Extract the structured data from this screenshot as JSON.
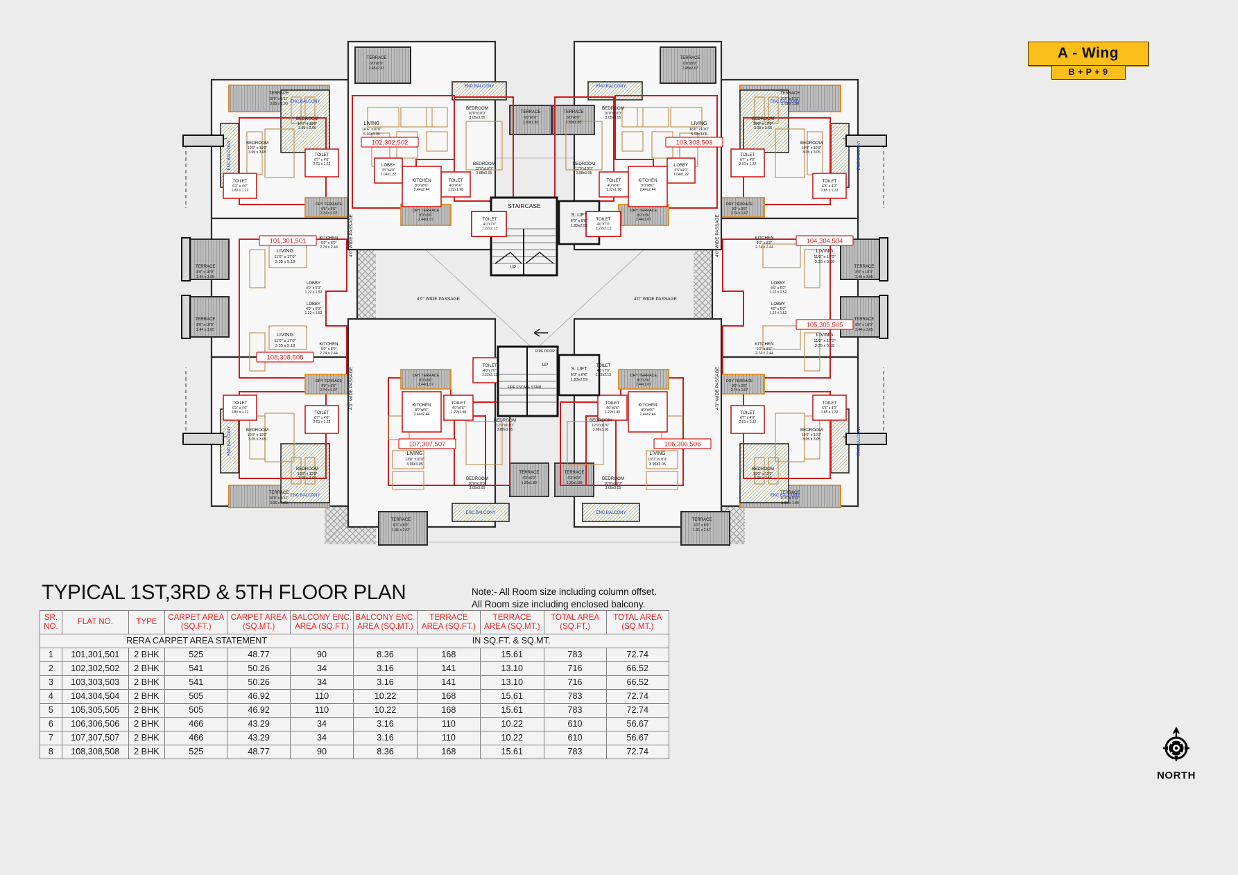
{
  "wing": {
    "name": "A - Wing",
    "floors": "B + P + 9"
  },
  "compass": {
    "short_label": "N",
    "label": "NORTH"
  },
  "title": "TYPICAL 1ST,3RD & 5TH FLOOR PLAN",
  "note": {
    "line1": "Note:- All Room size including column offset.",
    "line2": "All Room size including enclosed balcony."
  },
  "table": {
    "caption_left": "RERA CARPET AREA  STATEMENT",
    "caption_right": "IN SQ.FT. & SQ.MT.",
    "headers": [
      "SR. NO.",
      "FLAT NO.",
      "TYPE",
      "CARPET AREA (SQ.FT.)",
      "CARPET AREA (SQ.MT.)",
      "BALCONY ENC. AREA (SQ.FT.)",
      "BALCONY ENC. AREA (SQ.MT.)",
      "TERRACE AREA (SQ.FT.)",
      "TERRACE AREA (SQ.MT.)",
      "TOTAL AREA (SQ.FT.)",
      "TOTAL AREA (SQ.MT.)"
    ],
    "headers_split": [
      {
        "l1": "SR.",
        "l2": "NO."
      },
      {
        "l1": "FLAT NO.",
        "l2": ""
      },
      {
        "l1": "TYPE",
        "l2": ""
      },
      {
        "l1": "CARPET AREA",
        "l2": "(SQ.FT.)"
      },
      {
        "l1": "CARPET AREA",
        "l2": "(SQ.MT.)"
      },
      {
        "l1": "BALCONY ENC.",
        "l2": "AREA (SQ.FT.)"
      },
      {
        "l1": "BALCONY ENC.",
        "l2": "AREA (SQ.MT.)"
      },
      {
        "l1": "TERRACE",
        "l2": "AREA (SQ.FT.)"
      },
      {
        "l1": "TERRACE",
        "l2": "AREA (SQ.MT.)"
      },
      {
        "l1": "TOTAL AREA",
        "l2": "(SQ.FT.)"
      },
      {
        "l1": "TOTAL AREA",
        "l2": "(SQ.MT.)"
      }
    ],
    "rows": [
      {
        "sr": "1",
        "flat": "101,301,501",
        "type": "2  BHK",
        "carpet_sqft": "525",
        "carpet_sqmt": "48.77",
        "balcony_sqft": "90",
        "balcony_sqmt": "8.36",
        "terrace_sqft": "168",
        "terrace_sqmt": "15.61",
        "total_sqft": "783",
        "total_sqmt": "72.74"
      },
      {
        "sr": "2",
        "flat": "102,302,502",
        "type": "2  BHK",
        "carpet_sqft": "541",
        "carpet_sqmt": "50.26",
        "balcony_sqft": "34",
        "balcony_sqmt": "3.16",
        "terrace_sqft": "141",
        "terrace_sqmt": "13.10",
        "total_sqft": "716",
        "total_sqmt": "66.52"
      },
      {
        "sr": "3",
        "flat": "103,303,503",
        "type": "2  BHK",
        "carpet_sqft": "541",
        "carpet_sqmt": "50.26",
        "balcony_sqft": "34",
        "balcony_sqmt": "3.16",
        "terrace_sqft": "141",
        "terrace_sqmt": "13.10",
        "total_sqft": "716",
        "total_sqmt": "66.52"
      },
      {
        "sr": "4",
        "flat": "104,304,504",
        "type": "2  BHK",
        "carpet_sqft": "505",
        "carpet_sqmt": "46.92",
        "balcony_sqft": "110",
        "balcony_sqmt": "10.22",
        "terrace_sqft": "168",
        "terrace_sqmt": "15.61",
        "total_sqft": "783",
        "total_sqmt": "72.74"
      },
      {
        "sr": "5",
        "flat": "105,305,505",
        "type": "2  BHK",
        "carpet_sqft": "505",
        "carpet_sqmt": "46.92",
        "balcony_sqft": "110",
        "balcony_sqmt": "10.22",
        "terrace_sqft": "168",
        "terrace_sqmt": "15.61",
        "total_sqft": "783",
        "total_sqmt": "72.74"
      },
      {
        "sr": "6",
        "flat": "106,306,506",
        "type": "2  BHK",
        "carpet_sqft": "466",
        "carpet_sqmt": "43.29",
        "balcony_sqft": "34",
        "balcony_sqmt": "3.16",
        "terrace_sqft": "110",
        "terrace_sqmt": "10.22",
        "total_sqft": "610",
        "total_sqmt": "56.67"
      },
      {
        "sr": "7",
        "flat": "107,307,507",
        "type": "2  BHK",
        "carpet_sqft": "466",
        "carpet_sqmt": "43.29",
        "balcony_sqft": "34",
        "balcony_sqmt": "3.16",
        "terrace_sqft": "110",
        "terrace_sqmt": "10.22",
        "total_sqft": "610",
        "total_sqmt": "56.67"
      },
      {
        "sr": "8",
        "flat": "108,308,508",
        "type": "2  BHK",
        "carpet_sqft": "525",
        "carpet_sqmt": "48.77",
        "balcony_sqft": "90",
        "balcony_sqmt": "8.36",
        "terrace_sqft": "168",
        "terrace_sqmt": "15.61",
        "total_sqft": "783",
        "total_sqmt": "72.74"
      }
    ]
  },
  "colors": {
    "wing_badge": "#fbbe1a",
    "header_text_red": "#ff2020",
    "flat_label_red": "#e01b1b",
    "unit_outline_red": "#d11a1a",
    "balcony_blue": "#1a3fd0",
    "terrace_orange": "#e08a20",
    "background": "#ececec"
  },
  "plan": {
    "core": {
      "staircase_label": "STAIRCASE",
      "lift_label": "S. LIFT",
      "lift_dim_ft": "6'0\" x 8'6\"",
      "lift_dim_m": "1.83x2.59",
      "up_label": "UP",
      "fire_door_label": "FIRE DOOR",
      "fire_escape_label": "FIRE ESCAPE STAIR",
      "passage_label": "4'0\" WIDE PASSAGE"
    },
    "flat_tags": [
      "101,301,501",
      "102,302,502",
      "103,303,503",
      "104,304,504",
      "105,305,505",
      "106,306,506",
      "107,307,507",
      "108,308,508"
    ],
    "room_labels": {
      "living": "LIVING",
      "bedroom": "BEDROOM",
      "kitchen": "KITCHEN",
      "toilet": "TOILET",
      "lobby": "LOBBY",
      "terrace": "TERRACE",
      "dry_terrace": "DRY TERRACE",
      "enc_balcony": "ENC.BALCONY"
    },
    "room_dims": {
      "living_a_ft": "11'0\" x 17'0\"",
      "living_a_m": "3.35 x 5.18",
      "living_b_ft": "16'6\" x10'0\"",
      "living_b_m": "5.03x3.05",
      "living_c_ft": "13'0\" x10'0\"",
      "living_c_m": "3.96x3.05",
      "bedroom_a_ft": "10'0\" x 10'0\"",
      "bedroom_a_m": "3.05 x 3.05",
      "bedroom_b_ft": "12'9\"x10'0\"",
      "bedroom_b_m": "3.88x3.05",
      "bedroom_c_ft": "10'0\" x 12'0\"",
      "bedroom_c_m": "3.05 x 3.66",
      "bedroom_d_ft": "10'0\"x10'0\"",
      "bedroom_d_m": "3.05x3.05",
      "kitchen_a_ft": "9'0\" x 8'0\"",
      "kitchen_a_m": "2.74 x 2.44",
      "kitchen_b_ft": "8'0\"x8'0\"",
      "kitchen_b_m": "2.44x2.44",
      "toilet_a_ft": "6'7\" x 4'0\"",
      "toilet_a_m": "2.01 x 1.22",
      "toilet_b_ft": "4'0\"x6'6\"",
      "toilet_b_m": "1.22x1.98",
      "toilet_c_ft": "4'0\"x7'0\"",
      "toilet_c_m": "1.22x2.13",
      "toilet_d_ft": "6'3\" x 4'0\"",
      "toilet_d_m": "1.85 x 1.22",
      "toilet_e_ft": "6'3\" x 8'0\"",
      "toilet_e_m": "1.91 x 2.67",
      "lobby_a_ft": "4'0\" x 5'0\"",
      "lobby_a_m": "1.22 x 1.52",
      "lobby_b_ft": "3'5\"x4'0\"",
      "lobby_b_m": "1.04x1.22",
      "terrace_a_ft": "10'0\" x 5'11\"",
      "terrace_a_m": "3.05 x 1.80",
      "terrace_b_ft": "8'0\" x 10'0\"",
      "terrace_b_m": "2.44 x 3.05",
      "terrace_c_ft": "6'0\"x8'9\"",
      "terrace_c_m": "2.45x2.67",
      "terrace_d_ft": "6'0\"x6'0\"",
      "terrace_d_m": "1.80x1.80",
      "terrace_e_ft": "4'3\"x6'0\"",
      "terrace_e_m": "1.30x1.80",
      "dry_terrace_ft": "9'0\" x 3'6\"",
      "dry_terrace_m": "2.74 x 1.07",
      "dry_terrace_b_ft": "8'0\"x3'6\"",
      "dry_terrace_b_m": "2.44x1.07"
    }
  }
}
